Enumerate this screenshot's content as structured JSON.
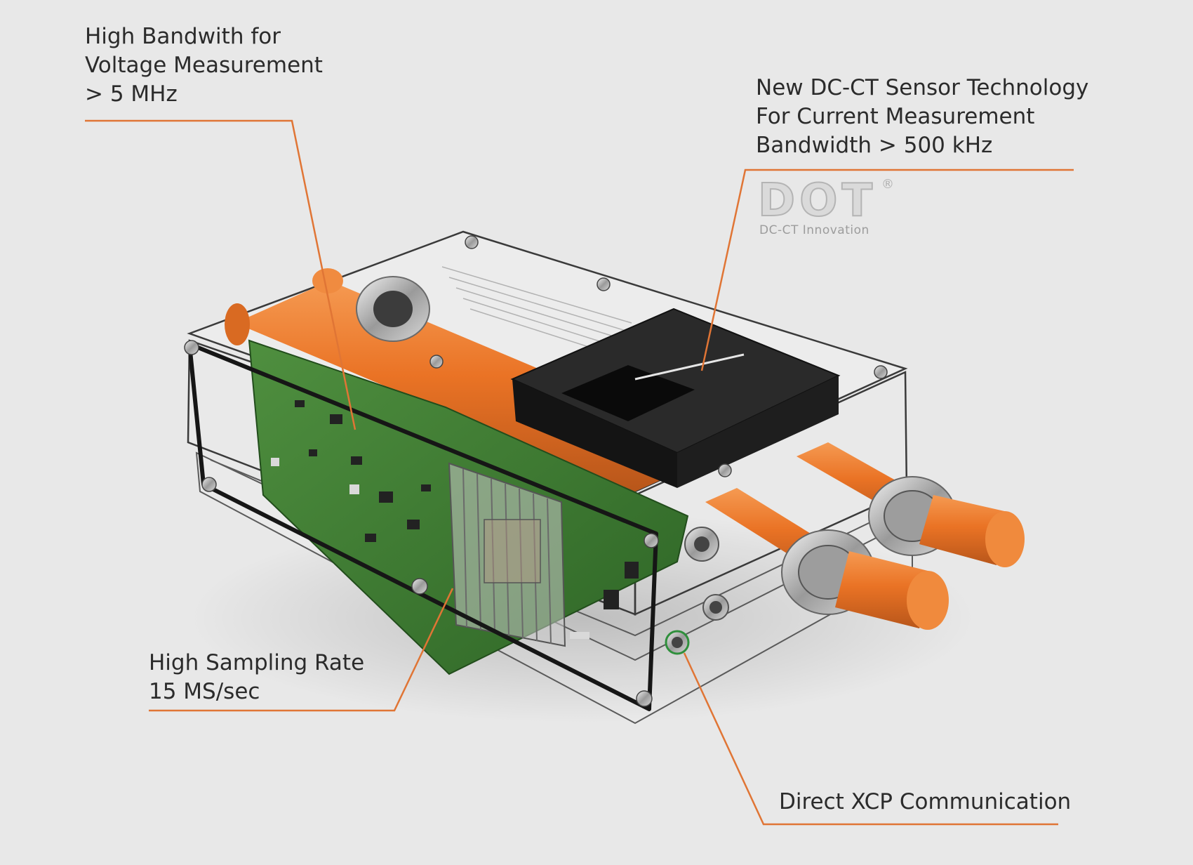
{
  "callouts": {
    "voltage": [
      "High Bandwith for",
      "Voltage Measurement",
      "> 5 MHz"
    ],
    "sensor": [
      "New DC-CT Sensor Technology",
      "For Current Measurement",
      "Bandwidth > 500 kHz"
    ],
    "sampling": [
      "High Sampling Rate",
      "15 MS/sec"
    ],
    "xcp": [
      "Direct XCP Communication"
    ]
  },
  "logo": {
    "word": "DOT",
    "registered": "®",
    "subtitle": "DC-CT Innovation"
  },
  "colors": {
    "background": "#e8e8e8",
    "leader_line": "#e07535",
    "cable_orange": "#ee7a2a",
    "pcb_green": "#3f7c34",
    "sensor_black": "#1d1d1d",
    "text": "#2b2b2b"
  }
}
